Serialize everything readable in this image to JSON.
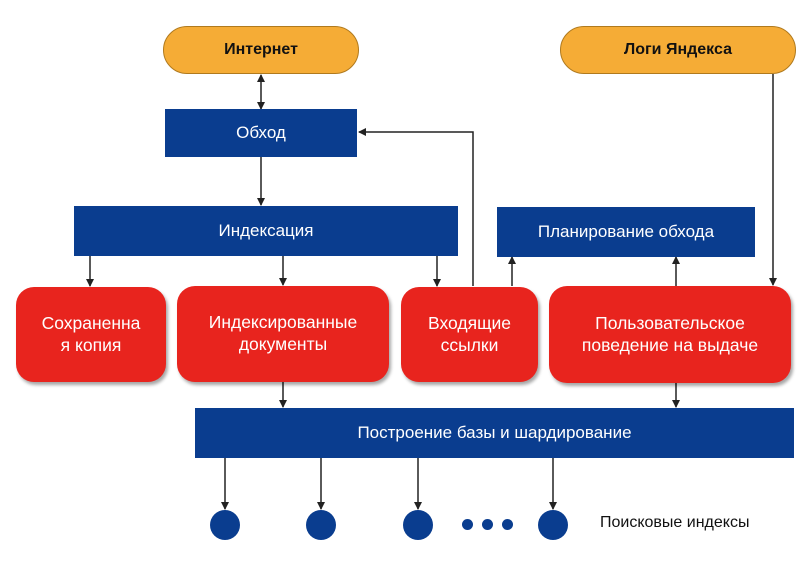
{
  "nodes": {
    "internet": "Интернет",
    "yandex_logs": "Логи Яндекса",
    "crawl": "Обход",
    "indexing": "Индексация",
    "crawl_planning": "Планирование обхода",
    "saved_copy_line1": "Сохраненна",
    "saved_copy_line2": "я копия",
    "indexed_docs_line1": "Индексированные",
    "indexed_docs_line2": "документы",
    "incoming_links_line1": "Входящие",
    "incoming_links_line2": "ссылки",
    "user_behavior_line1": "Пользовательское",
    "user_behavior_line2": "поведение на выдаче",
    "build_and_shard": "Построение базы и шардирование"
  },
  "search_indexes_label": "Поисковые индексы",
  "colors": {
    "orange": "#f5ac36",
    "blue": "#0a3d8f",
    "red": "#e8241e",
    "connector": "#222222"
  }
}
